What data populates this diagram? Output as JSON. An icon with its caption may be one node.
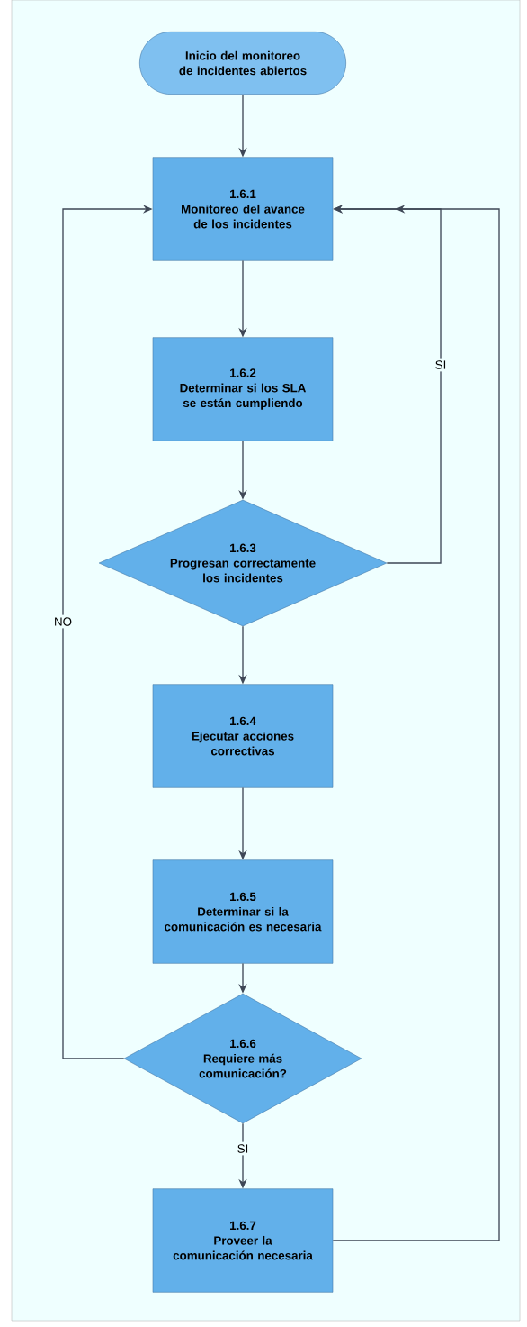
{
  "diagram": {
    "nodes": [
      {
        "text": [
          "Inicio del monitoreo de incidentes abiertos"
        ]
      },
      {
        "text": [
          "1.6.1",
          "Monitoreo del avance de los incidentes"
        ]
      },
      {
        "text": [
          "1.6.2",
          "Determinar si los SLA se están cumpliendo"
        ]
      },
      {
        "text": [
          "1.6.3",
          "Progresan correctamente los incidentes"
        ]
      },
      {
        "text": [
          "1.6.4",
          "Ejecutar acciones correctivas"
        ]
      },
      {
        "text": [
          "1.6.5",
          "Determinar si la comunicación es necesaria"
        ]
      },
      {
        "text": [
          "1.6.6",
          "Requiere más comunicación?"
        ]
      },
      {
        "text": [
          "1.6.7",
          "Proveer la comunicación necesaria"
        ]
      }
    ],
    "edges": [
      {
        "from": 0,
        "to": 1,
        "arrow": "to"
      },
      {
        "from": 1,
        "to": 2,
        "arrow": "to"
      },
      {
        "from": 2,
        "to": 3,
        "arrow": "to"
      },
      {
        "from": 3,
        "to": 1,
        "arrow": "to",
        "label": "SI"
      },
      {
        "from": 3,
        "to": 4,
        "arrow": "to"
      },
      {
        "from": 4,
        "to": 5,
        "arrow": "to"
      },
      {
        "from": 5,
        "to": 6,
        "arrow": "to"
      },
      {
        "from": 6,
        "to": 1,
        "arrow": "to",
        "label": "NO"
      },
      {
        "from": 6,
        "to": 7,
        "arrow": "to",
        "label": "SI"
      },
      {
        "from": 7,
        "to": 1,
        "arrow": "to"
      }
    ]
  }
}
